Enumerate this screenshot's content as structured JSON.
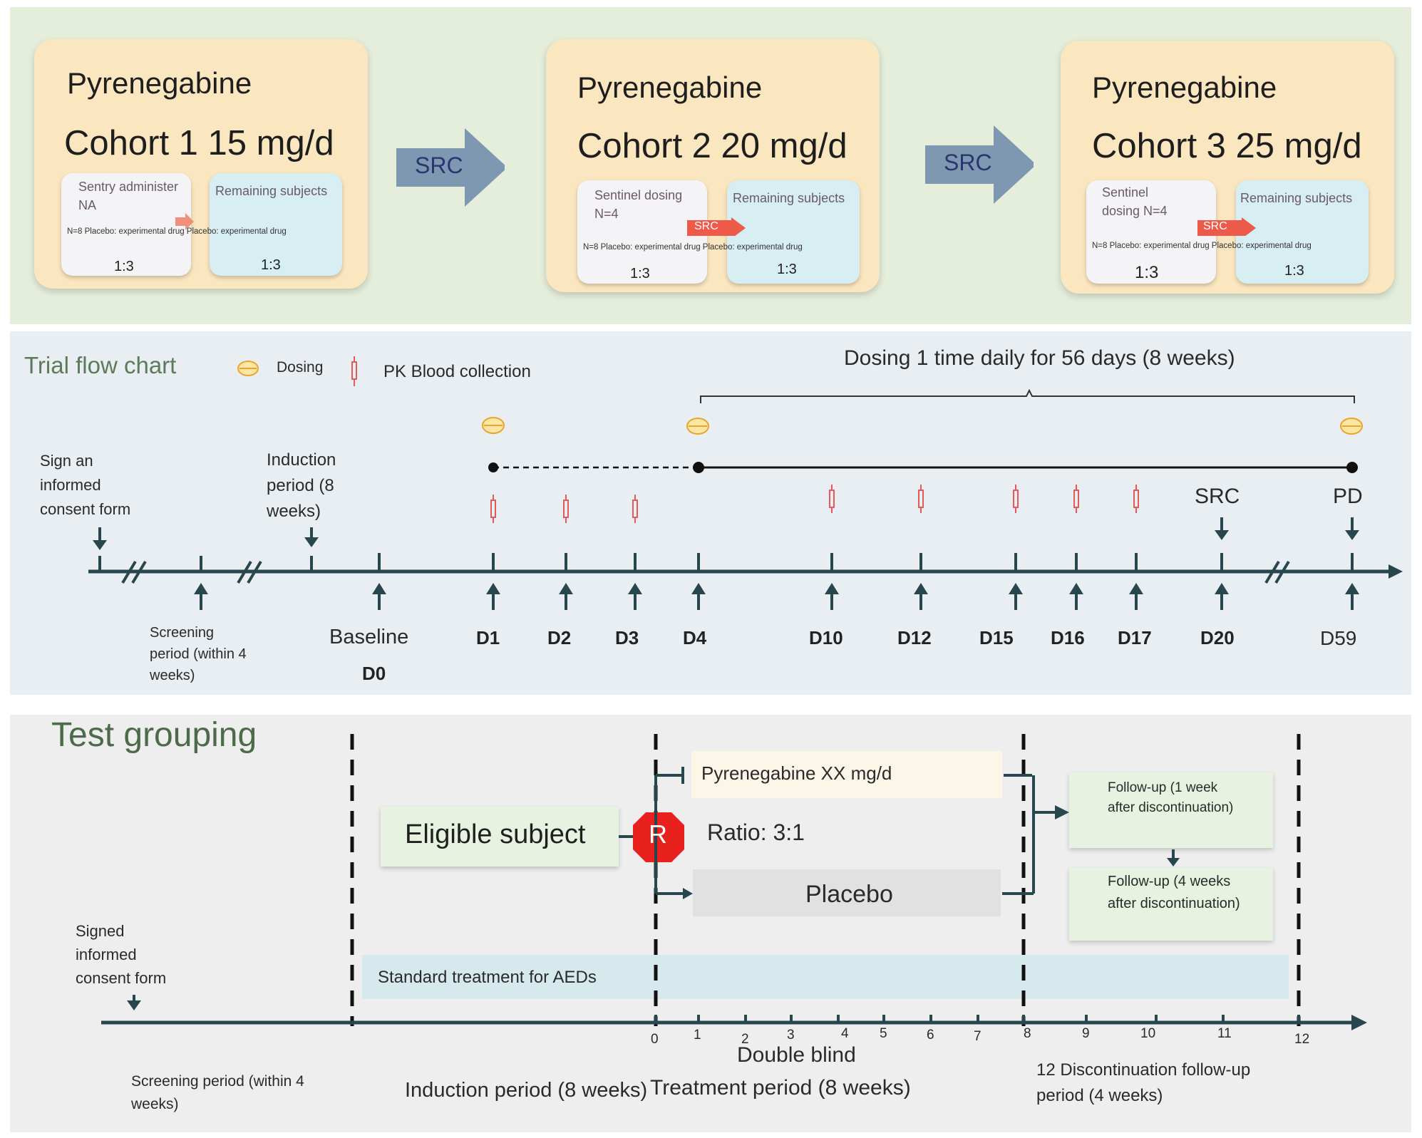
{
  "cohorts": [
    {
      "title": "Pyrenegabine",
      "dose": "Cohort 1 15 mg/d",
      "left_label": "Sentry administer NA",
      "right_label": "Remaining subjects",
      "n_line": "N=8 Placebo: experimental drug Placebo: experimental drug",
      "left_ratio": "1:3",
      "right_ratio": "1:3"
    },
    {
      "title": "Pyrenegabine",
      "dose": "Cohort 2 20 mg/d",
      "left_label": "Sentinel dosing N=4",
      "right_label": "Remaining subjects",
      "n_line": "N=8 Placebo: experimental drug Placebo: experimental drug",
      "left_ratio": "1:3",
      "right_ratio": "1:3",
      "mini_src": "SRC"
    },
    {
      "title": "Pyrenegabine",
      "dose": "Cohort 3 25 mg/d",
      "left_label": "Sentinel dosing N=4",
      "right_label": "Remaining subjects",
      "n_line": "N=8 Placebo: experimental drug Placebo: experimental drug",
      "left_ratio": "1:3",
      "right_ratio": "1:3",
      "mini_src": "SRC"
    }
  ],
  "src_arrows": [
    "SRC",
    "SRC"
  ],
  "flow": {
    "title": "Trial flow chart",
    "legend_dosing": "Dosing",
    "legend_pk": "PK Blood collection",
    "dosing_note": "Dosing 1 time daily for 56 days (8 weeks)",
    "consent": "Sign an informed consent form",
    "induction": "Induction period (8 weeks)",
    "screening": "Screening period (within 4 weeks)",
    "baseline": "Baseline",
    "d0": "D0",
    "days": [
      "D1",
      "D2",
      "D3",
      "D4",
      "D10",
      "D12",
      "D15",
      "D16",
      "D17",
      "D20",
      "D59"
    ],
    "src": "SRC",
    "pd": "PD"
  },
  "grouping": {
    "title": "Test grouping",
    "eligible": "Eligible subject",
    "r": "R",
    "ratio": "Ratio: 3:1",
    "drug": "Pyrenegabine XX mg/d",
    "placebo": "Placebo",
    "followup1": "Follow-up (1 week after discontinuation)",
    "followup4": "Follow-up (4 weeks after discontinuation)",
    "signed": "Signed informed consent form",
    "standard": "Standard treatment for AEDs",
    "weeks": [
      "0",
      "1",
      "2",
      "3",
      "4",
      "5",
      "6",
      "7",
      "8",
      "9",
      "10",
      "11",
      "12"
    ],
    "double_blind": "Double blind",
    "screening": "Screening period (within 4 weeks)",
    "induction": "Induction period (8 weeks)",
    "treatment": "Treatment period (8 weeks)",
    "discontinuation": "12 Discontinuation follow-up period (4 weeks)"
  }
}
